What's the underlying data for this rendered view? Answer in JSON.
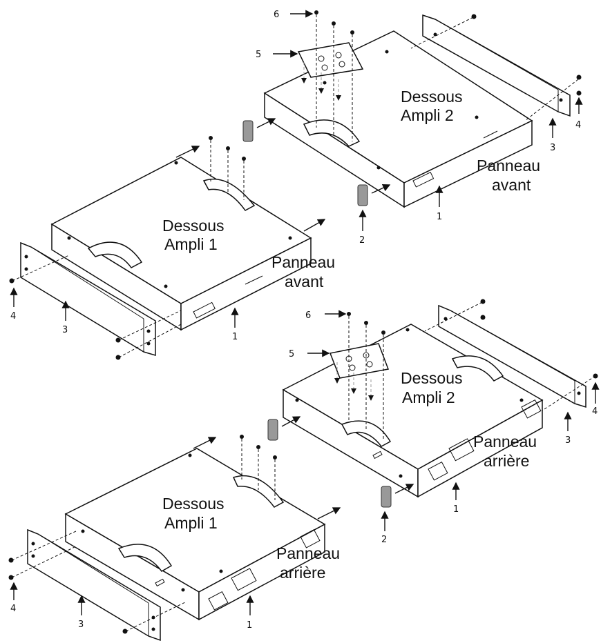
{
  "assemblies": [
    {
      "id": "front-amp2",
      "amp_label_1": "Dessous",
      "amp_label_2": "Ampli 2",
      "panel_label_1": "Panneau",
      "panel_label_2": "avant",
      "callouts": [
        "6",
        "5",
        "4",
        "3",
        "2",
        "1"
      ]
    },
    {
      "id": "front-amp1",
      "amp_label_1": "Dessous",
      "amp_label_2": "Ampli 1",
      "panel_label_1": "Panneau",
      "panel_label_2": "avant",
      "callouts": [
        "4",
        "3",
        "1"
      ]
    },
    {
      "id": "rear-amp2",
      "amp_label_1": "Dessous",
      "amp_label_2": "Ampli 2",
      "panel_label_1": "Panneau",
      "panel_label_2": "arrière",
      "callouts": [
        "6",
        "5",
        "4",
        "3",
        "2",
        "1"
      ]
    },
    {
      "id": "rear-amp1",
      "amp_label_1": "Dessous",
      "amp_label_2": "Ampli 1",
      "panel_label_1": "Panneau",
      "panel_label_2": "arrière",
      "callouts": [
        "4",
        "3",
        "1"
      ]
    }
  ]
}
